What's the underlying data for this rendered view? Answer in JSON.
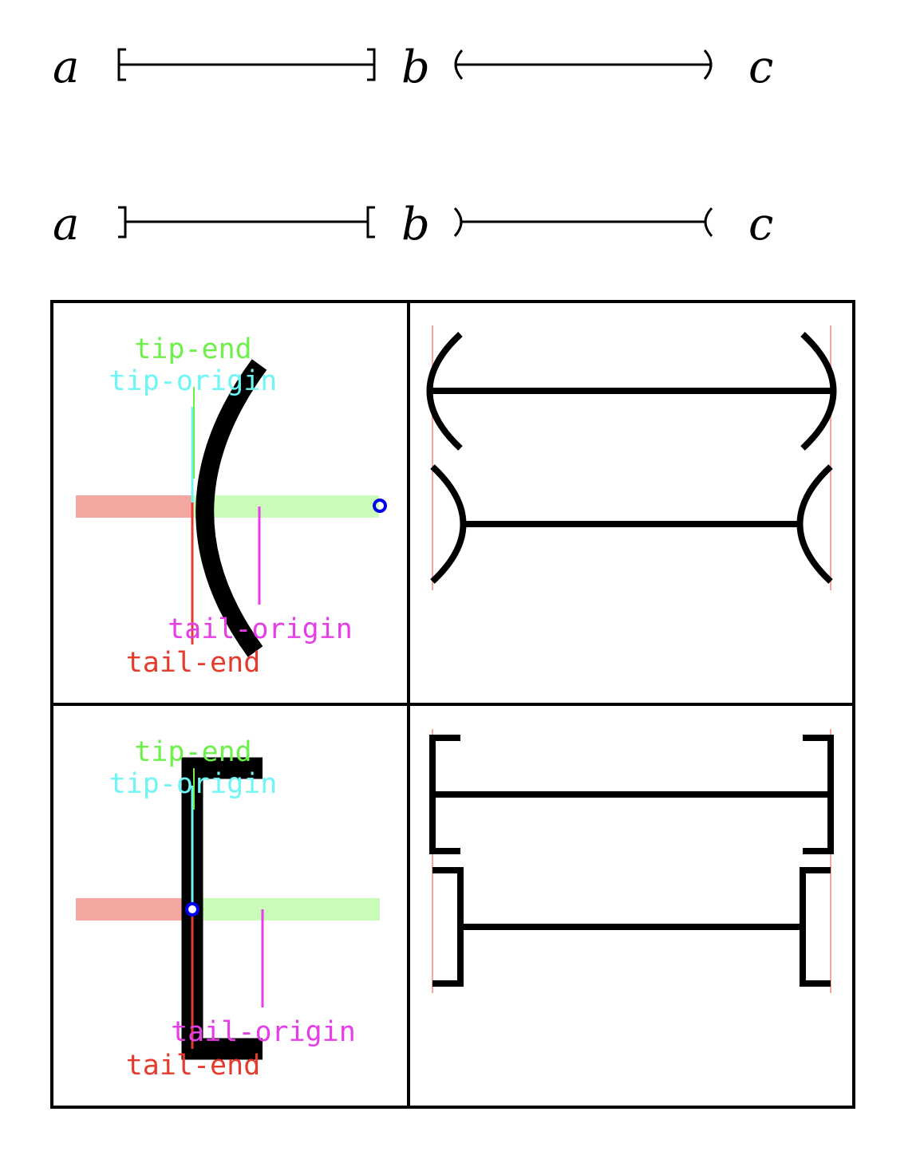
{
  "row_labels": {
    "top": [
      "a",
      "b",
      "c"
    ],
    "bottom": [
      "a",
      "b",
      "c"
    ]
  },
  "callouts": {
    "bracket_curved": {
      "tip_end": "tip-end",
      "tip_origin": "tip-origin",
      "tail_origin": "tail-origin",
      "tail_end": "tail-end"
    },
    "bracket_square": {
      "tip_end": "tip-end",
      "tip_origin": "tip-origin",
      "tail_origin": "tail-origin",
      "tail_end": "tail-end"
    }
  },
  "colors": {
    "tip_end": "#6ef04a",
    "tip_origin": "#6ff5f5",
    "tail_origin": "#e53ee8",
    "tail_end": "#e53b2c",
    "tail_band": "#f4a6a0",
    "tip_band": "#c9fbb9",
    "anchor_marker": "#0000ee",
    "guide_line": "#f4a6a0",
    "ink": "#000000"
  }
}
